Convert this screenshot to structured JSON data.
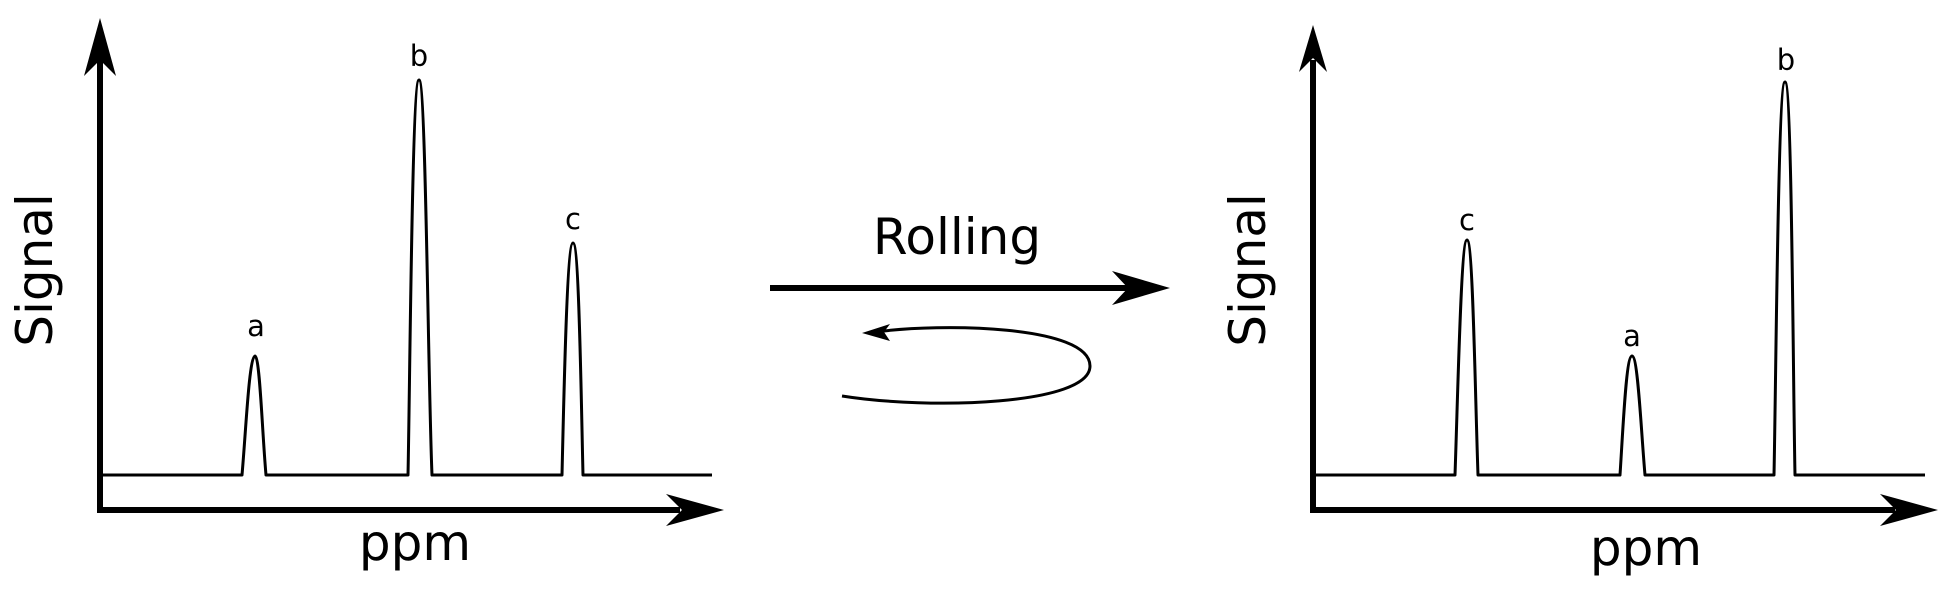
{
  "left_spectrum": {
    "y_label": "Signal",
    "x_label": "ppm",
    "peaks": [
      {
        "label": "a",
        "relative_height": 0.31
      },
      {
        "label": "b",
        "relative_height": 1.0
      },
      {
        "label": "c",
        "relative_height": 0.59
      }
    ]
  },
  "transform": {
    "label": "Rolling"
  },
  "right_spectrum": {
    "y_label": "Signal",
    "x_label": "ppm",
    "peaks": [
      {
        "label": "c",
        "relative_height": 0.59
      },
      {
        "label": "a",
        "relative_height": 0.31
      },
      {
        "label": "b",
        "relative_height": 1.0
      }
    ]
  },
  "colors": {
    "stroke": "#000000",
    "background": "#ffffff"
  }
}
